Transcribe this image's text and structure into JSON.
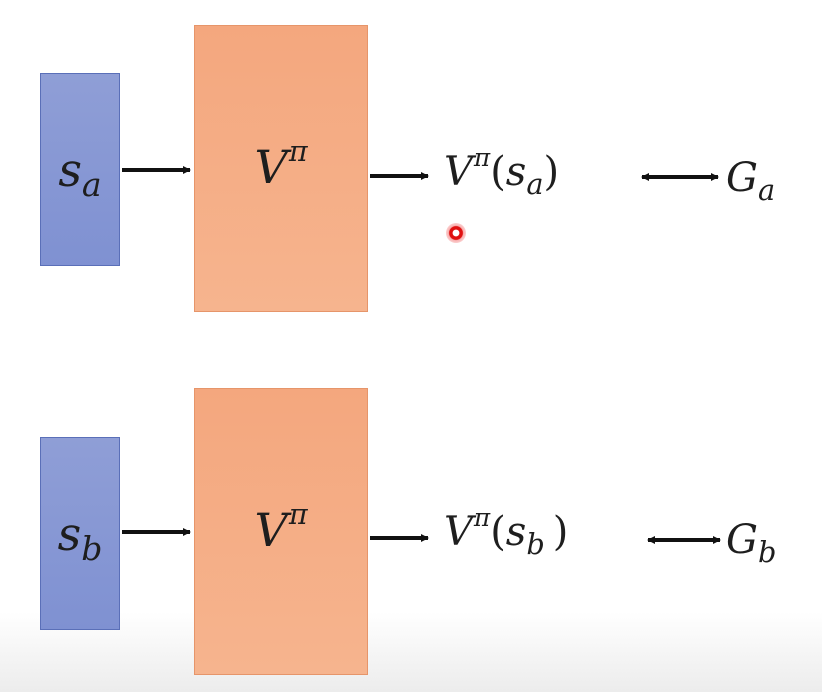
{
  "rows": [
    {
      "state": {
        "symbol": "s",
        "subscript": "a"
      },
      "value_function": {
        "symbol": "V",
        "superscript": "π"
      },
      "output": {
        "symbol": "V",
        "superscript": "π",
        "open_paren": "(",
        "arg": "s",
        "arg_subscript": "a",
        "close_paren": ")"
      },
      "return": {
        "symbol": "G",
        "subscript": "a"
      }
    },
    {
      "state": {
        "symbol": "s",
        "subscript": "b"
      },
      "value_function": {
        "symbol": "V",
        "superscript": "π"
      },
      "output": {
        "symbol": "V",
        "superscript": "π",
        "open_paren": "(",
        "arg": "s",
        "arg_subscript": "b",
        "close_paren": ")"
      },
      "return": {
        "symbol": "G",
        "subscript": "b"
      }
    }
  ],
  "colors": {
    "state_box": "#8f9ed6",
    "value_box": "#f5ae85",
    "arrow": "#111111",
    "cursor": "#e01010"
  }
}
